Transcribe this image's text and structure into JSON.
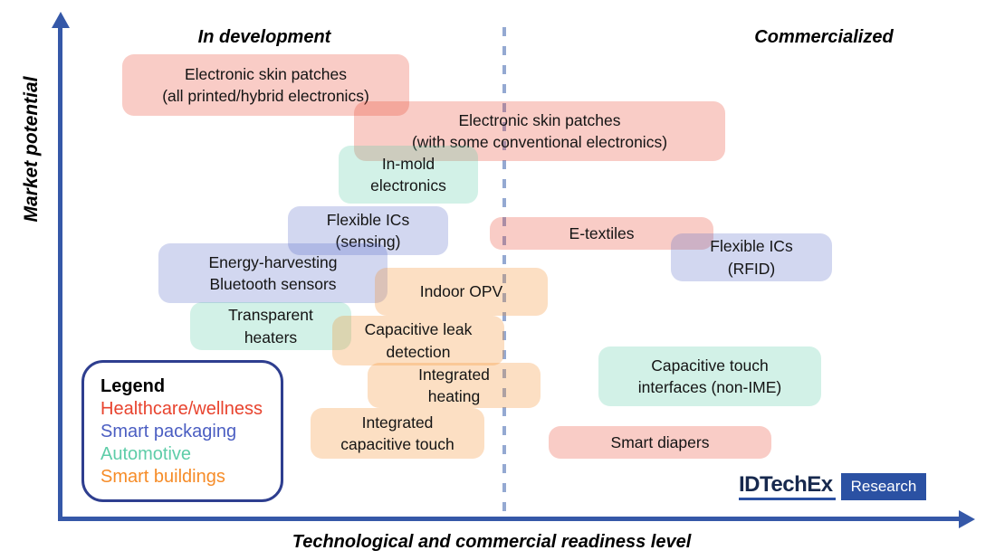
{
  "zones": {
    "in_development": "In development",
    "commercialized": "Commercialized"
  },
  "axes": {
    "y_label": "Market potential",
    "x_label": "Technological and commercial readiness level"
  },
  "legend": {
    "title": "Legend",
    "items": [
      {
        "label": "Healthcare/wellness",
        "color": "#E8432E"
      },
      {
        "label": "Smart packaging",
        "color": "#4B5EC2"
      },
      {
        "label": "Automotive",
        "color": "#5ECDA8"
      },
      {
        "label": "Smart buildings",
        "color": "#F68C28"
      }
    ]
  },
  "logo": {
    "brand": "IDTechEx",
    "suffix": "Research"
  },
  "colors": {
    "axis": "#3558A8",
    "divider_dash": "#94A9D2",
    "legend_border": "#2E3E8F",
    "box_fill_healthcare": "#F9CCC6",
    "box_fill_smart_packaging": "#D6DAF1",
    "box_fill_automotive": "#D8F0E7",
    "box_fill_smart_buildings": "#FBE0C7",
    "logo_navy": "#17294E",
    "logo_blue": "#2B51A3"
  },
  "boxes": {
    "esp_printed": {
      "line1": "Electronic skin patches",
      "line2": "(all printed/hybrid electronics)",
      "category": "Healthcare/wellness"
    },
    "esp_conventional": {
      "line1": "Electronic skin patches",
      "line2": "(with some conventional electronics)",
      "category": "Healthcare/wellness"
    },
    "in_mold": {
      "line1": "In-mold",
      "line2": "electronics",
      "category": "Automotive"
    },
    "fic_sensing": {
      "line1": "Flexible ICs",
      "line2": "(sensing)",
      "category": "Smart packaging"
    },
    "e_textiles": {
      "line1": "E-textiles",
      "category": "Healthcare/wellness"
    },
    "fic_rfid": {
      "line1": "Flexible ICs",
      "line2": "(RFID)",
      "category": "Smart packaging"
    },
    "energy_harvesting": {
      "line1": "Energy-harvesting",
      "line2": "Bluetooth sensors",
      "category": "Smart packaging"
    },
    "indoor_opv": {
      "line1": "Indoor OPV",
      "category": "Smart buildings"
    },
    "transparent_heaters": {
      "line1": "Transparent",
      "line2": "heaters",
      "category": "Automotive"
    },
    "capacitive_leak": {
      "line1": "Capacitive leak",
      "line2": "detection",
      "category": "Smart buildings"
    },
    "integrated_heating": {
      "line1": "Integrated",
      "line2": "heating",
      "category": "Smart buildings"
    },
    "cap_touch_interfaces": {
      "line1": "Capacitive touch",
      "line2": "interfaces (non-IME)",
      "category": "Automotive"
    },
    "integrated_cap_touch": {
      "line1": "Integrated",
      "line2": "capacitive touch",
      "category": "Smart buildings"
    },
    "smart_diapers": {
      "line1": "Smart diapers",
      "category": "Healthcare/wellness"
    }
  },
  "chart_data": {
    "type": "scatter",
    "title": "",
    "xlabel": "Technological and commercial readiness level",
    "ylabel": "Market potential",
    "grid": false,
    "legend_position": "bottom-left",
    "x_zones": [
      {
        "label": "In development",
        "range": [
          0,
          0.49
        ]
      },
      {
        "label": "Commercialized",
        "range": [
          0.49,
          1
        ]
      }
    ],
    "divider_x": 0.49,
    "categories": [
      "Healthcare/wellness",
      "Smart packaging",
      "Automotive",
      "Smart buildings"
    ],
    "points": [
      {
        "label": "Electronic skin patches (all printed/hybrid electronics)",
        "category": "Healthcare/wellness",
        "x": 0.23,
        "y": 0.86
      },
      {
        "label": "Electronic skin patches (with some conventional electronics)",
        "category": "Healthcare/wellness",
        "x": 0.53,
        "y": 0.77
      },
      {
        "label": "In-mold electronics",
        "category": "Automotive",
        "x": 0.38,
        "y": 0.68
      },
      {
        "label": "Flexible ICs (sensing)",
        "category": "Smart packaging",
        "x": 0.34,
        "y": 0.57
      },
      {
        "label": "E-textiles",
        "category": "Healthcare/wellness",
        "x": 0.59,
        "y": 0.57
      },
      {
        "label": "Flexible ICs (RFID)",
        "category": "Smart packaging",
        "x": 0.76,
        "y": 0.52
      },
      {
        "label": "Energy-harvesting Bluetooth sensors",
        "category": "Smart packaging",
        "x": 0.23,
        "y": 0.49
      },
      {
        "label": "Indoor OPV",
        "category": "Smart buildings",
        "x": 0.44,
        "y": 0.45
      },
      {
        "label": "Transparent heaters",
        "category": "Automotive",
        "x": 0.23,
        "y": 0.38
      },
      {
        "label": "Capacitive leak detection",
        "category": "Smart buildings",
        "x": 0.39,
        "y": 0.35
      },
      {
        "label": "Capacitive touch interfaces (non-IME)",
        "category": "Automotive",
        "x": 0.71,
        "y": 0.28
      },
      {
        "label": "Integrated heating",
        "category": "Smart buildings",
        "x": 0.43,
        "y": 0.27
      },
      {
        "label": "Integrated capacitive touch",
        "category": "Smart buildings",
        "x": 0.37,
        "y": 0.17
      },
      {
        "label": "Smart diapers",
        "category": "Healthcare/wellness",
        "x": 0.66,
        "y": 0.15
      }
    ],
    "note": "Qualitative positioning chart; x/y are fractions of axis length estimated from box centers (no numeric ticks shown)."
  }
}
